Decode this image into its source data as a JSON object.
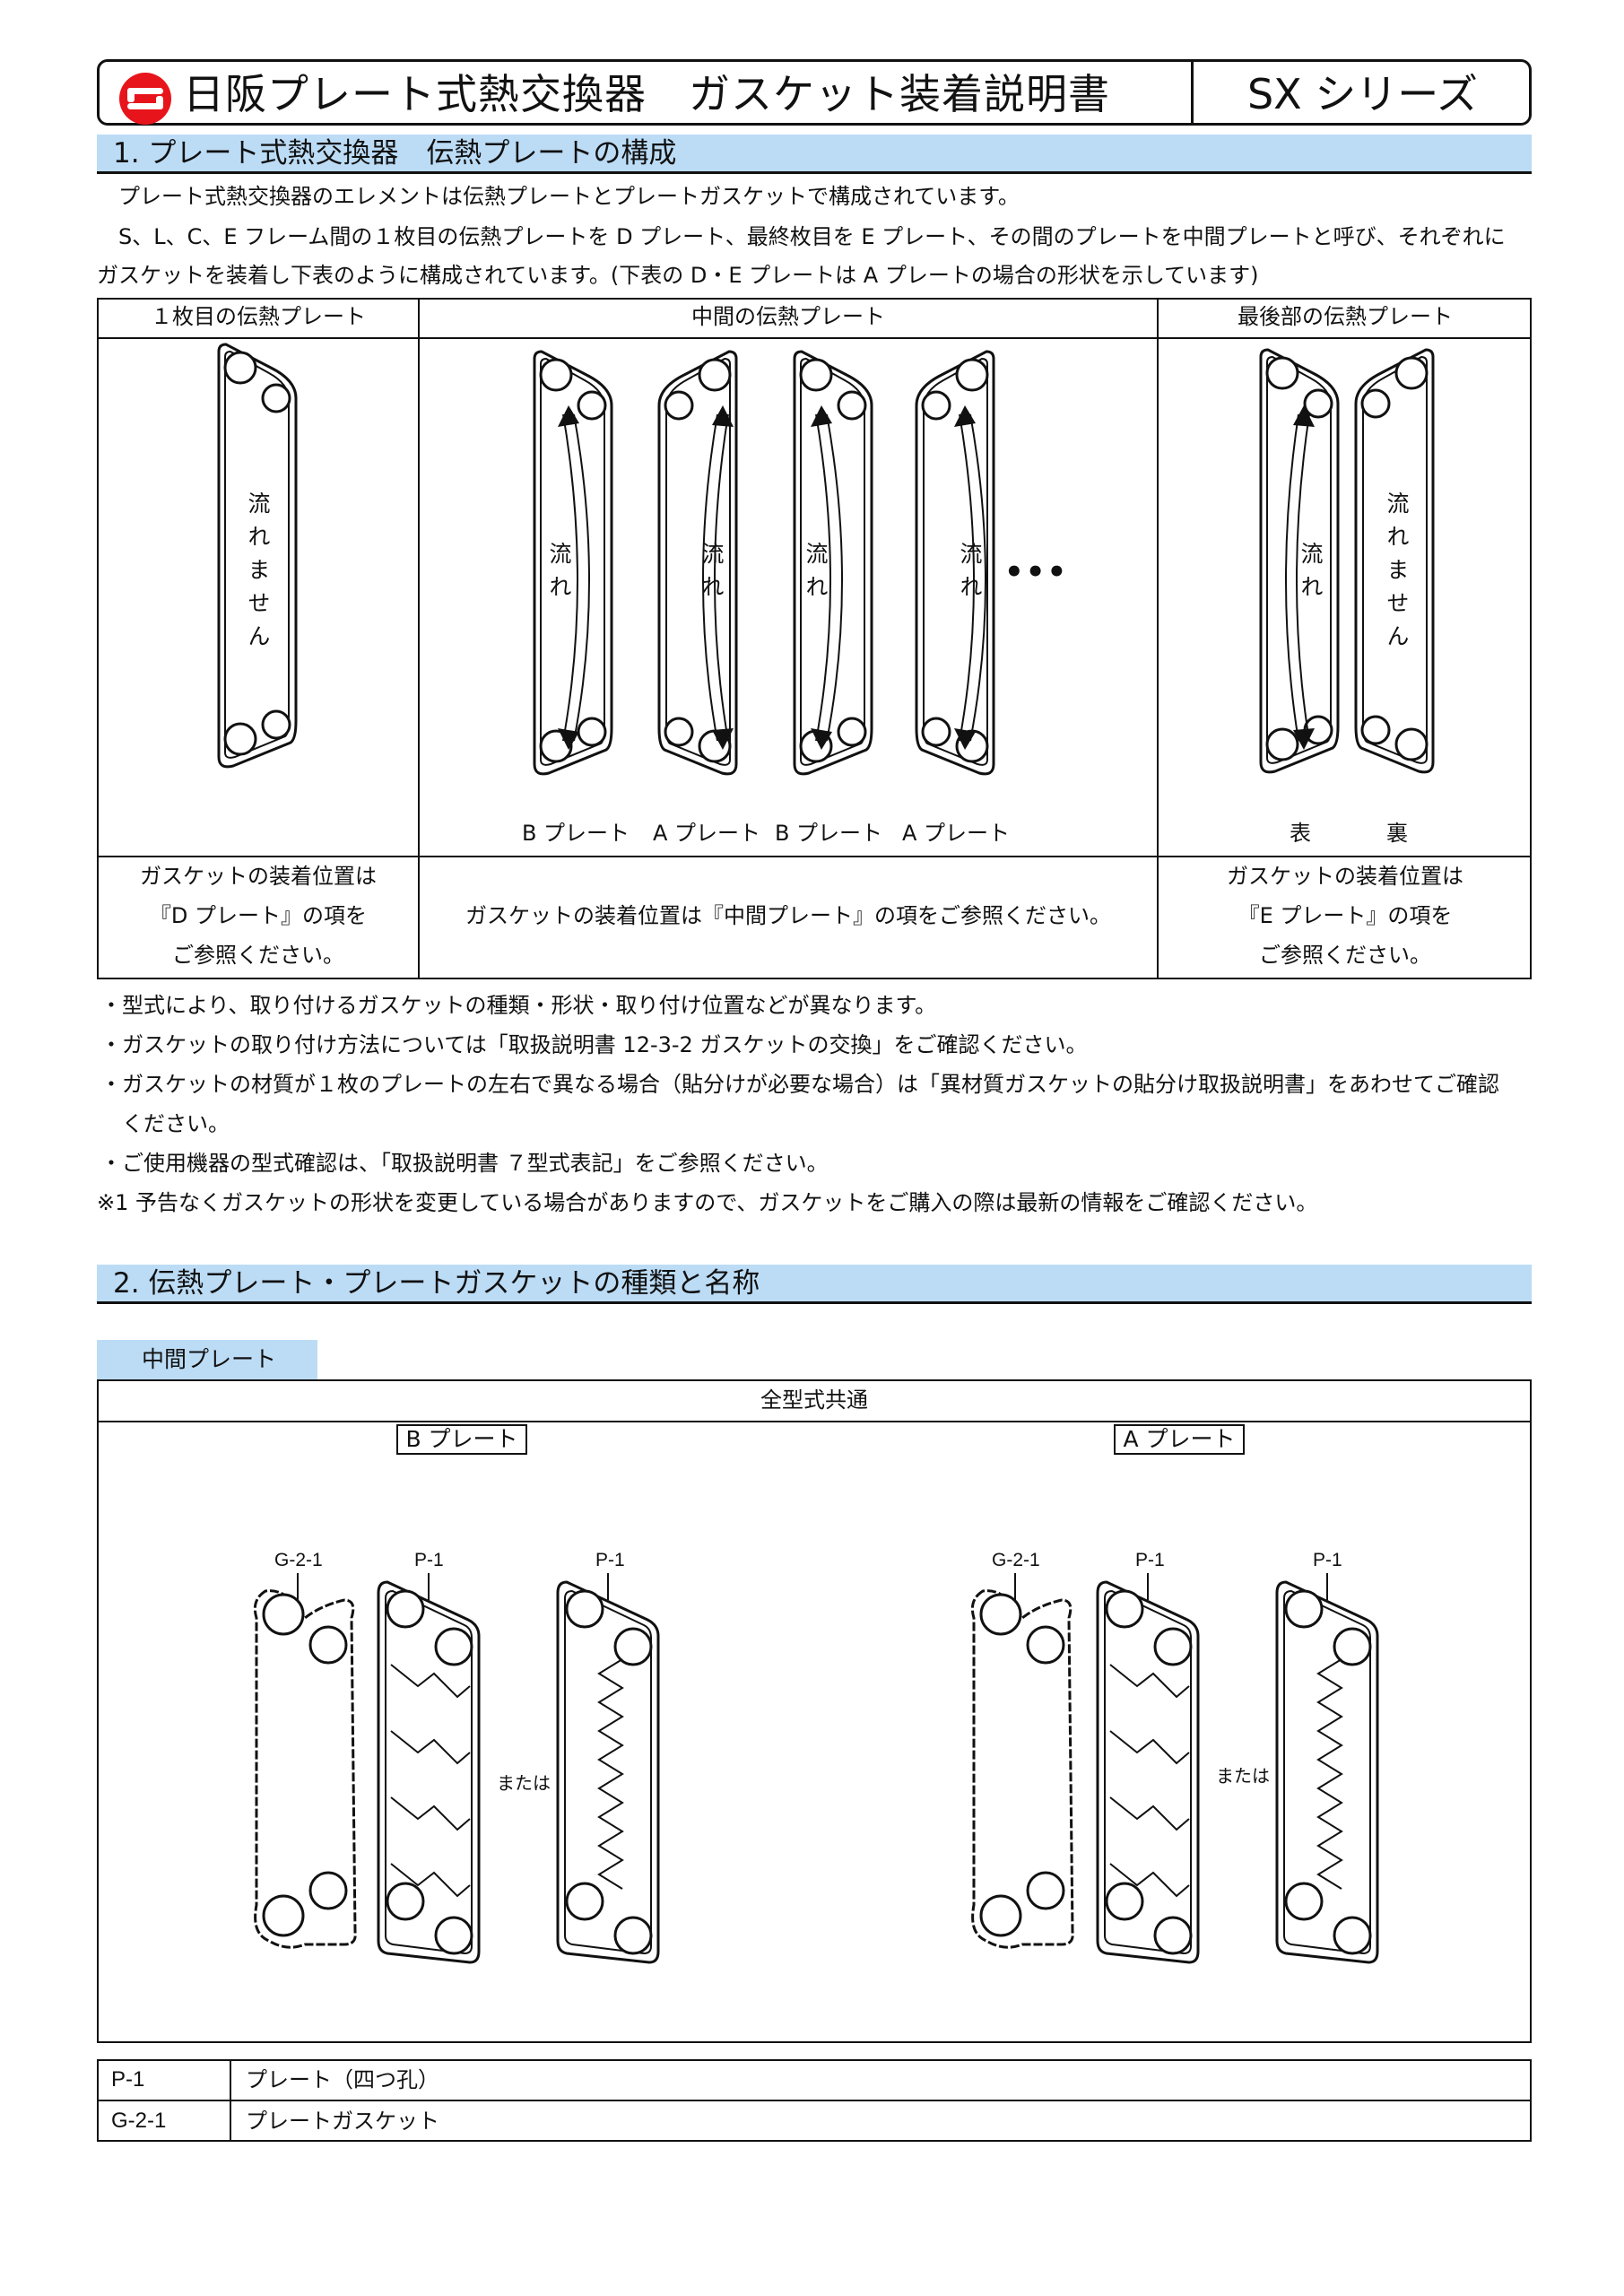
{
  "title": {
    "main": "日阪プレート式熱交換器　ガスケット装着説明書",
    "series": "SX シリーズ",
    "logo_icon": "hisaka-logo"
  },
  "section1": {
    "heading": "1. プレート式熱交換器　伝熱プレートの構成",
    "intro": [
      "プレート式熱交換器のエレメントは伝熱プレートとプレートガスケットで構成されています。",
      "S、L、C、E フレーム間の１枚目の伝熱プレートを D プレート、最終枚目を E プレート、その間のプレートを中間プレートと呼び、それぞれに",
      "ガスケットを装着し下表のように構成されています。(下表の D・E プレートは A プレートの場合の形状を示しています)"
    ],
    "table": {
      "headers": [
        "１枚目の伝熱プレート",
        "中間の伝熱プレート",
        "最後部の伝熱プレート"
      ],
      "flow_none": "流れません",
      "flow": "流れ",
      "ellipsis": "•••",
      "middle_labels": [
        "B プレート",
        "A プレート",
        "B プレート",
        "A プレート"
      ],
      "last_labels": [
        "表",
        "裏"
      ],
      "first_note": [
        "ガスケットの装着位置は",
        "『D プレート』の項を",
        "ご参照ください。"
      ],
      "middle_note": "ガスケットの装着位置は『中間プレート』の項をご参照ください。",
      "last_note": [
        "ガスケットの装着位置は",
        "『E プレート』の項を",
        "ご参照ください。"
      ]
    },
    "bullets": [
      "・型式により、取り付けるガスケットの種類・形状・取り付け位置などが異なります。",
      "・ガスケットの取り付け方法については「取扱説明書 12-3-2 ガスケットの交換」をご確認ください。",
      "・ガスケットの材質が１枚のプレートの左右で異なる場合（貼分けが必要な場合）は「異材質ガスケットの貼分け取扱説明書」をあわせてご確認",
      "　ください。",
      "・ご使用機器の型式確認は、「取扱説明書 ７型式表記」をご参照ください。",
      "※1  予告なくガスケットの形状を変更している場合がありますので、ガスケットをご購入の際は最新の情報をご確認ください。"
    ]
  },
  "section2": {
    "heading": "2. 伝熱プレート・プレートガスケットの種類と名称",
    "tab": "中間プレート",
    "common": "全型式共通",
    "b_plate": "B プレート",
    "a_plate": "A プレート",
    "tags": {
      "g": "G-2-1",
      "p": "P-1"
    },
    "or": "または",
    "parts": [
      {
        "code": "P-1",
        "name": "プレート（四つ孔）"
      },
      {
        "code": "G-2-1",
        "name": "プレートガスケット"
      }
    ]
  },
  "colors": {
    "heading_bg": "#bcdcf6",
    "logo_red": "#e8141b"
  }
}
